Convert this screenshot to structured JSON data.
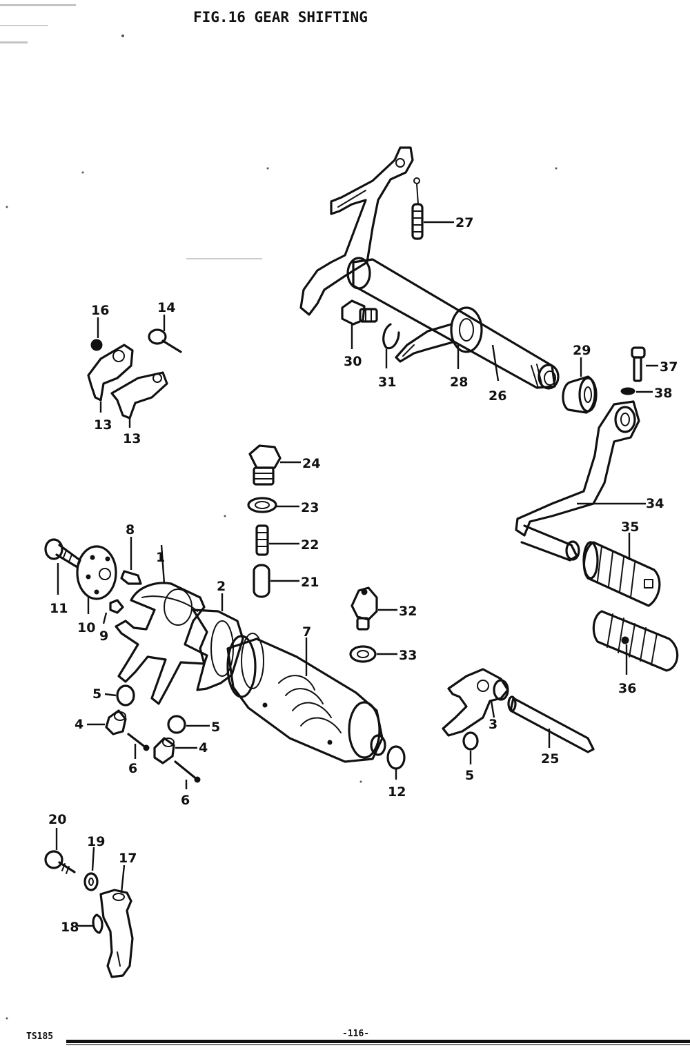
{
  "title": "FIG.16  GEAR SHIFTING",
  "footer": {
    "left_code": "TS185",
    "page_mark": "-116-"
  },
  "labels": {
    "p1": "1",
    "p2": "2",
    "p3": "3",
    "p4a": "4",
    "p4b": "4",
    "p5a": "5",
    "p5b": "5",
    "p5c": "5",
    "p6a": "6",
    "p6b": "6",
    "p7": "7",
    "p8": "8",
    "p9": "9",
    "p10": "10",
    "p11": "11",
    "p12": "12",
    "p13a": "13",
    "p13b": "13",
    "p14": "14",
    "p16": "16",
    "p17": "17",
    "p18": "18",
    "p19": "19",
    "p20": "20",
    "p21": "21",
    "p22": "22",
    "p23": "23",
    "p24": "24",
    "p25": "25",
    "p26": "26",
    "p27": "27",
    "p28": "28",
    "p29": "29",
    "p30": "30",
    "p31": "31",
    "p32": "32",
    "p33": "33",
    "p34": "34",
    "p35": "35",
    "p36": "36",
    "p37": "37",
    "p38": "38"
  }
}
